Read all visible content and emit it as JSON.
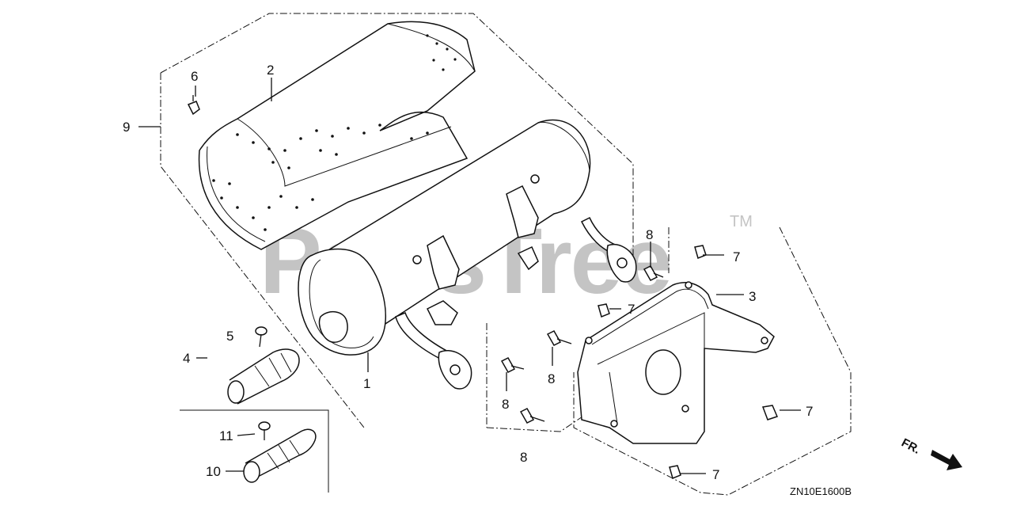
{
  "diagram_id": "ZN10E1600B",
  "watermark": {
    "text": "PartsTree",
    "trademark": "TM"
  },
  "direction_indicator": "FR.",
  "labels": {
    "p1": "1",
    "p2": "2",
    "p3": "3",
    "p4": "4",
    "p5": "5",
    "p6": "6",
    "p7a": "7",
    "p7b": "7",
    "p7c": "7",
    "p7d": "7",
    "p8a": "8",
    "p8b": "8",
    "p8c": "8",
    "p8d": "8",
    "p9": "9",
    "p10": "10",
    "p11": "11"
  }
}
